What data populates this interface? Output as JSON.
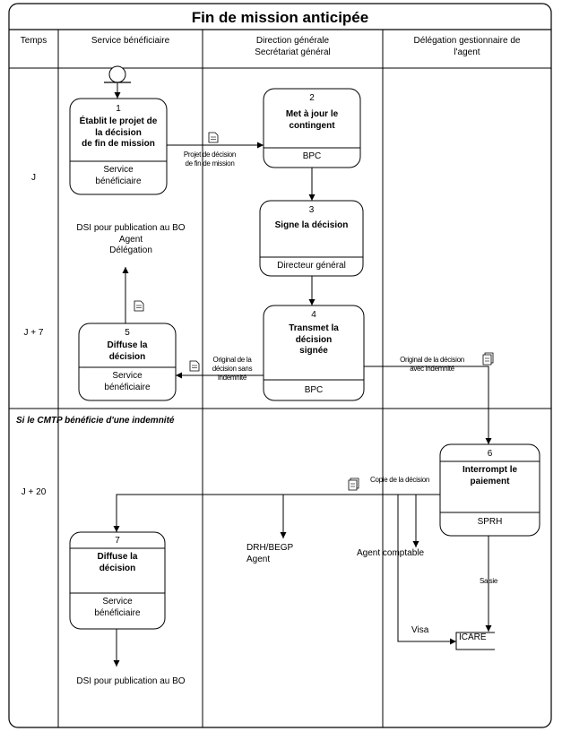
{
  "title": "Fin de mission anticipée",
  "columns": {
    "temps": "Temps",
    "service": "Service bénéficiaire",
    "direction_l1": "Direction générale",
    "direction_l2": "Secrétariat général",
    "delegation_l1": "Délégation gestionnaire de",
    "delegation_l2": "l'agent"
  },
  "rows": {
    "j": "J",
    "j7": "J + 7",
    "j20": "J + 20"
  },
  "section_label": "Si le CMTP bénéficie d'une indemnité",
  "steps": [
    {
      "num": "1",
      "lines": [
        "Établit le projet de",
        "la décision",
        "de fin de mission"
      ],
      "actor": [
        "Service",
        "bénéficiaire"
      ]
    },
    {
      "num": "2",
      "lines": [
        "Met à jour le",
        "contingent"
      ],
      "actor": [
        "BPC"
      ]
    },
    {
      "num": "3",
      "lines": [
        "Signe la décision"
      ],
      "actor": [
        "Directeur général"
      ]
    },
    {
      "num": "4",
      "lines": [
        "Transmet la",
        "décision",
        "signée"
      ],
      "actor": [
        "BPC"
      ]
    },
    {
      "num": "5",
      "lines": [
        "Diffuse la",
        "décision"
      ],
      "actor": [
        "Service",
        "bénéficiaire"
      ]
    },
    {
      "num": "6",
      "lines": [
        "Interrompt le",
        "paiement"
      ],
      "actor": [
        "SPRH"
      ]
    },
    {
      "num": "7",
      "lines": [
        "Diffuse la",
        "décision"
      ],
      "actor": [
        "Service",
        "bénéficiaire"
      ]
    }
  ],
  "notes": {
    "dsi_bo_1": "DSI pour publication au BO",
    "agent_1": "Agent",
    "delegation_1": "Délégation",
    "drh": "DRH/BEGP",
    "agent_2": "Agent",
    "agent_comptable": "Agent comptable",
    "dsi_bo_2": "DSI pour publication au BO"
  },
  "flows": {
    "projet_l1": "Projet de décision",
    "projet_l2": "de fin de mission",
    "orig_sans_l1": "Original de la",
    "orig_sans_l2": "décision sans",
    "orig_sans_l3": "indemnité",
    "orig_avec_l1": "Original de la décision",
    "orig_avec_l2": "avec indemnité",
    "copie": "Copie de la décision",
    "saisie": "Saisie",
    "visa": "Visa"
  },
  "system": "ICARE",
  "colors": {
    "line": "#000000",
    "background": "#ffffff"
  }
}
